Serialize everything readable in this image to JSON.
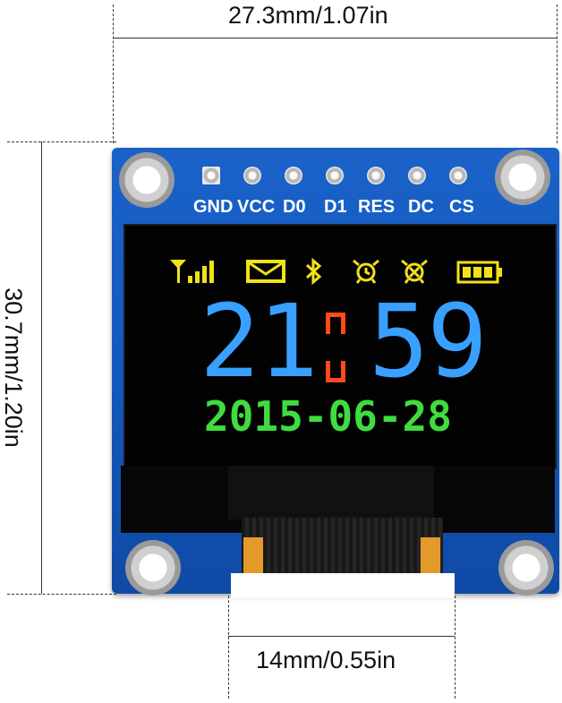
{
  "dimensions": {
    "width_label": "27.3mm/1.07in",
    "height_label": "30.7mm/1.20in",
    "connector_label": "14mm/0.55in"
  },
  "pins": [
    "GND",
    "VCC",
    "D0",
    "D1",
    "RES",
    "DC",
    "CS"
  ],
  "display": {
    "time_hours": "21",
    "time_minutes": "59",
    "date": "2015-06-28",
    "status_icons": [
      "signal-icon",
      "mail-icon",
      "bluetooth-icon",
      "alarm-icon",
      "alarm-icon",
      "battery-icon"
    ]
  },
  "colors": {
    "board": "#1458bd",
    "time": "#39a0ff",
    "colon": "#ff4a1a",
    "date": "#3fdc3f",
    "icons": "#f2e11a"
  }
}
